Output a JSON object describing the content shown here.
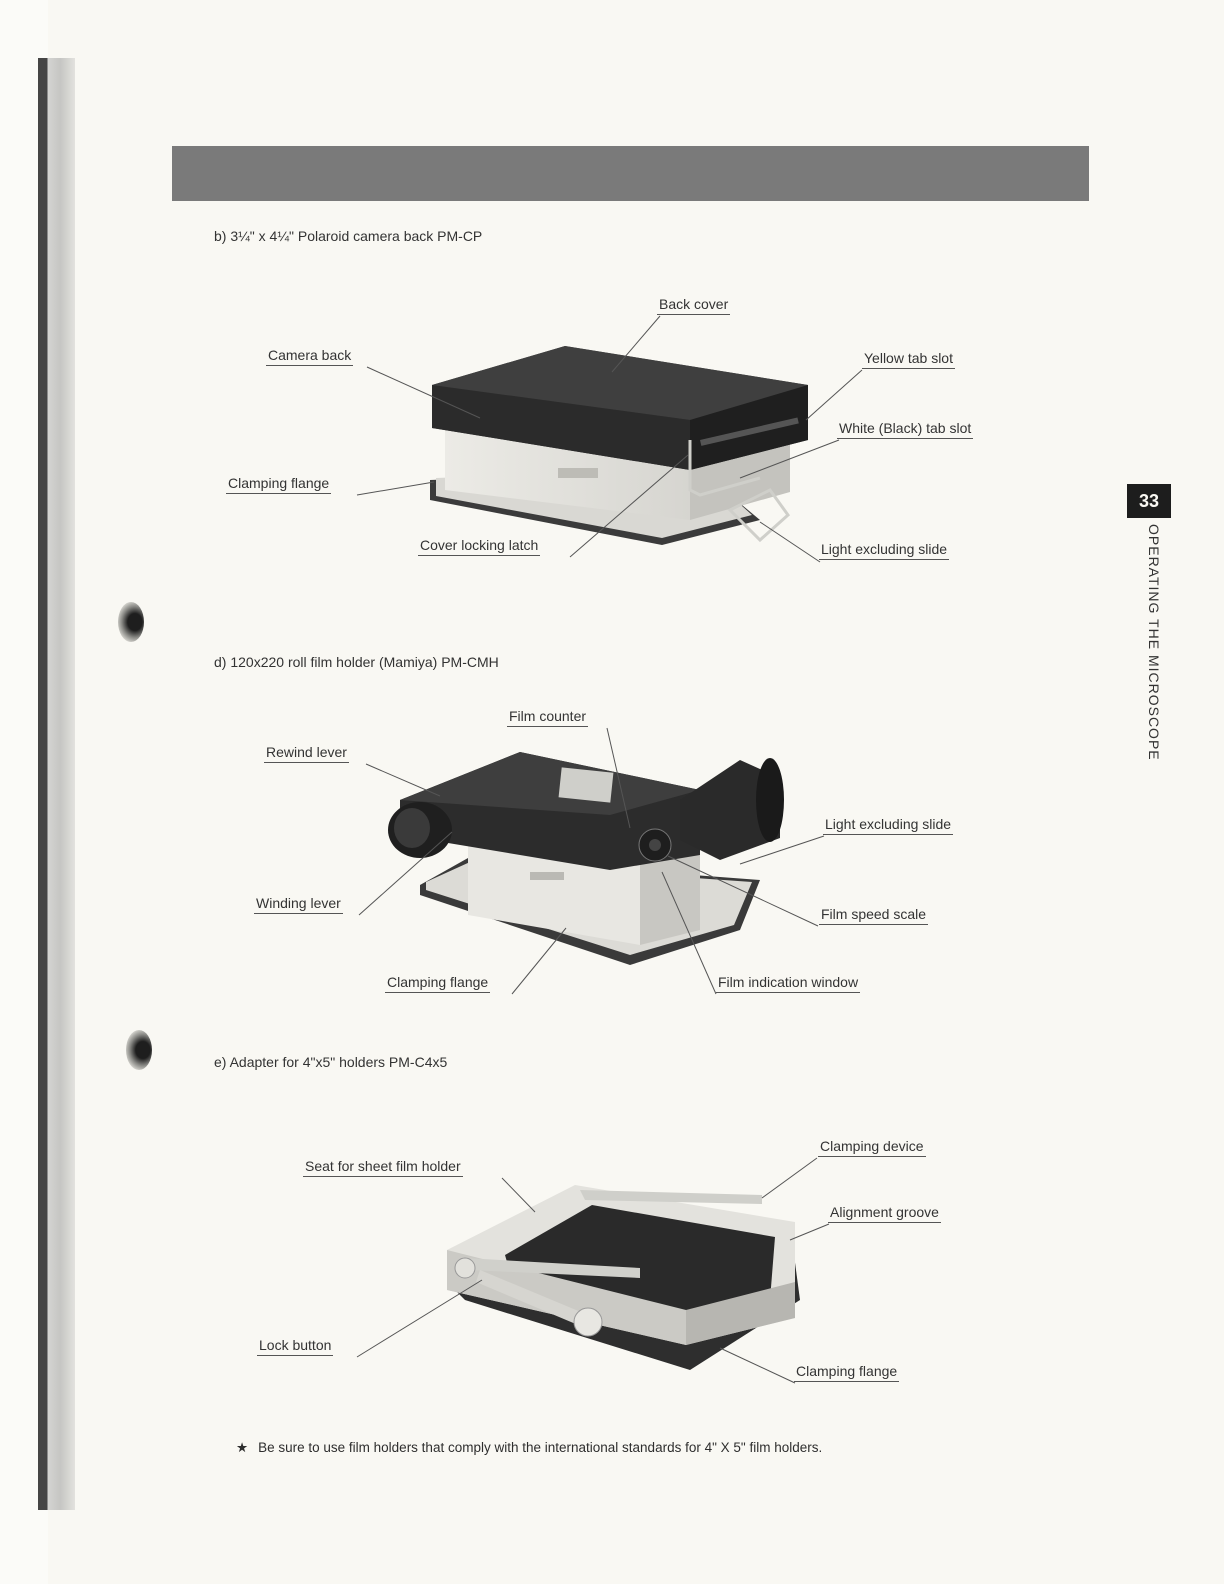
{
  "section_b": {
    "title": "b) 3¼\" x 4¼\" Polaroid camera back PM-CP",
    "labels": {
      "back_cover": "Back cover",
      "camera_back": "Camera back",
      "yellow_tab_slot": "Yellow tab slot",
      "white_black_tab_slot": "White (Black) tab slot",
      "clamping_flange": "Clamping flange",
      "cover_locking_latch": "Cover locking latch",
      "light_excluding_slide": "Light excluding slide"
    }
  },
  "section_d": {
    "title": "d) 120x220 roll film holder (Mamiya) PM-CMH",
    "labels": {
      "film_counter": "Film counter",
      "rewind_lever": "Rewind lever",
      "light_excluding_slide": "Light excluding slide",
      "winding_lever": "Winding lever",
      "film_speed_scale": "Film speed scale",
      "clamping_flange": "Clamping flange",
      "film_indication_window": "Film indication window"
    }
  },
  "section_e": {
    "title": "e) Adapter for 4\"x5\" holders PM-C4x5",
    "labels": {
      "clamping_device": "Clamping device",
      "seat_for_sheet_film_holder": "Seat for sheet film holder",
      "alignment_groove": "Alignment groove",
      "lock_button": "Lock button",
      "clamping_flange": "Clamping flange"
    }
  },
  "side_tab": {
    "number": "33",
    "text": "OPERATING THE MICROSCOPE"
  },
  "footnote": {
    "star": "★",
    "text": "Be sure to use film holders that comply with the international standards for 4\" X 5\" film holders."
  }
}
